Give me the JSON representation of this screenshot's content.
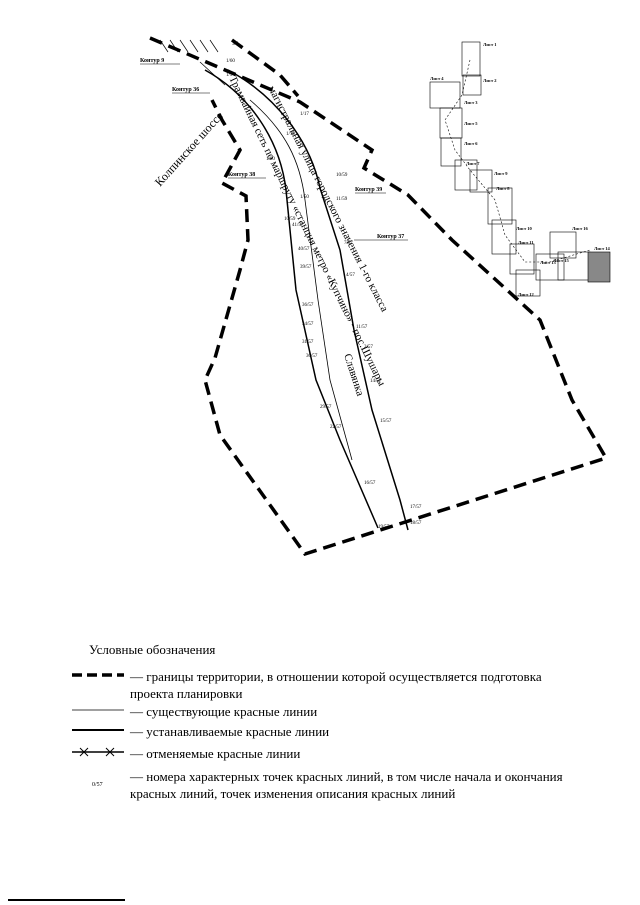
{
  "map": {
    "contours": [
      "Контур 9",
      "Контур 36",
      "Контур 38",
      "Контур 39",
      "Контур 37"
    ],
    "road_label": "Колпинское шоссе",
    "street_line1": "магистральная улица городского значения 1-го класса",
    "street_line2": "Трамвайная сеть по маршруту «станция метро «Купчино» - пос.Шушары",
    "street_line3": "Славянка",
    "sheets": [
      "Лист 1",
      "Лист 2",
      "Лист 3",
      "Лист 4",
      "Лист 5",
      "Лист 6",
      "Лист 7",
      "Лист 8",
      "Лист 9",
      "Лист 10",
      "Лист 11",
      "Лист 12",
      "Лист 13",
      "Лист 14",
      "Лист 15",
      "Лист 16"
    ]
  },
  "legend": {
    "title": "Условные обозначения",
    "items": [
      {
        "style": "territory-boundary",
        "text": "— границы территории, в отношении которой осуществляется подготовка проекта планировки"
      },
      {
        "style": "existing-red-line",
        "text": "— существующие красные линии"
      },
      {
        "style": "established-red-line",
        "text": "— устанавливаемые красные линии"
      },
      {
        "style": "cancelled-red-line",
        "text": "— отменяемые красные линии"
      },
      {
        "style": "point-number",
        "sample": "0/57",
        "text": "— номера характерных точек красных линий, в том числе начала и окончания красных линий, точек изменения описания красных линий"
      }
    ]
  }
}
